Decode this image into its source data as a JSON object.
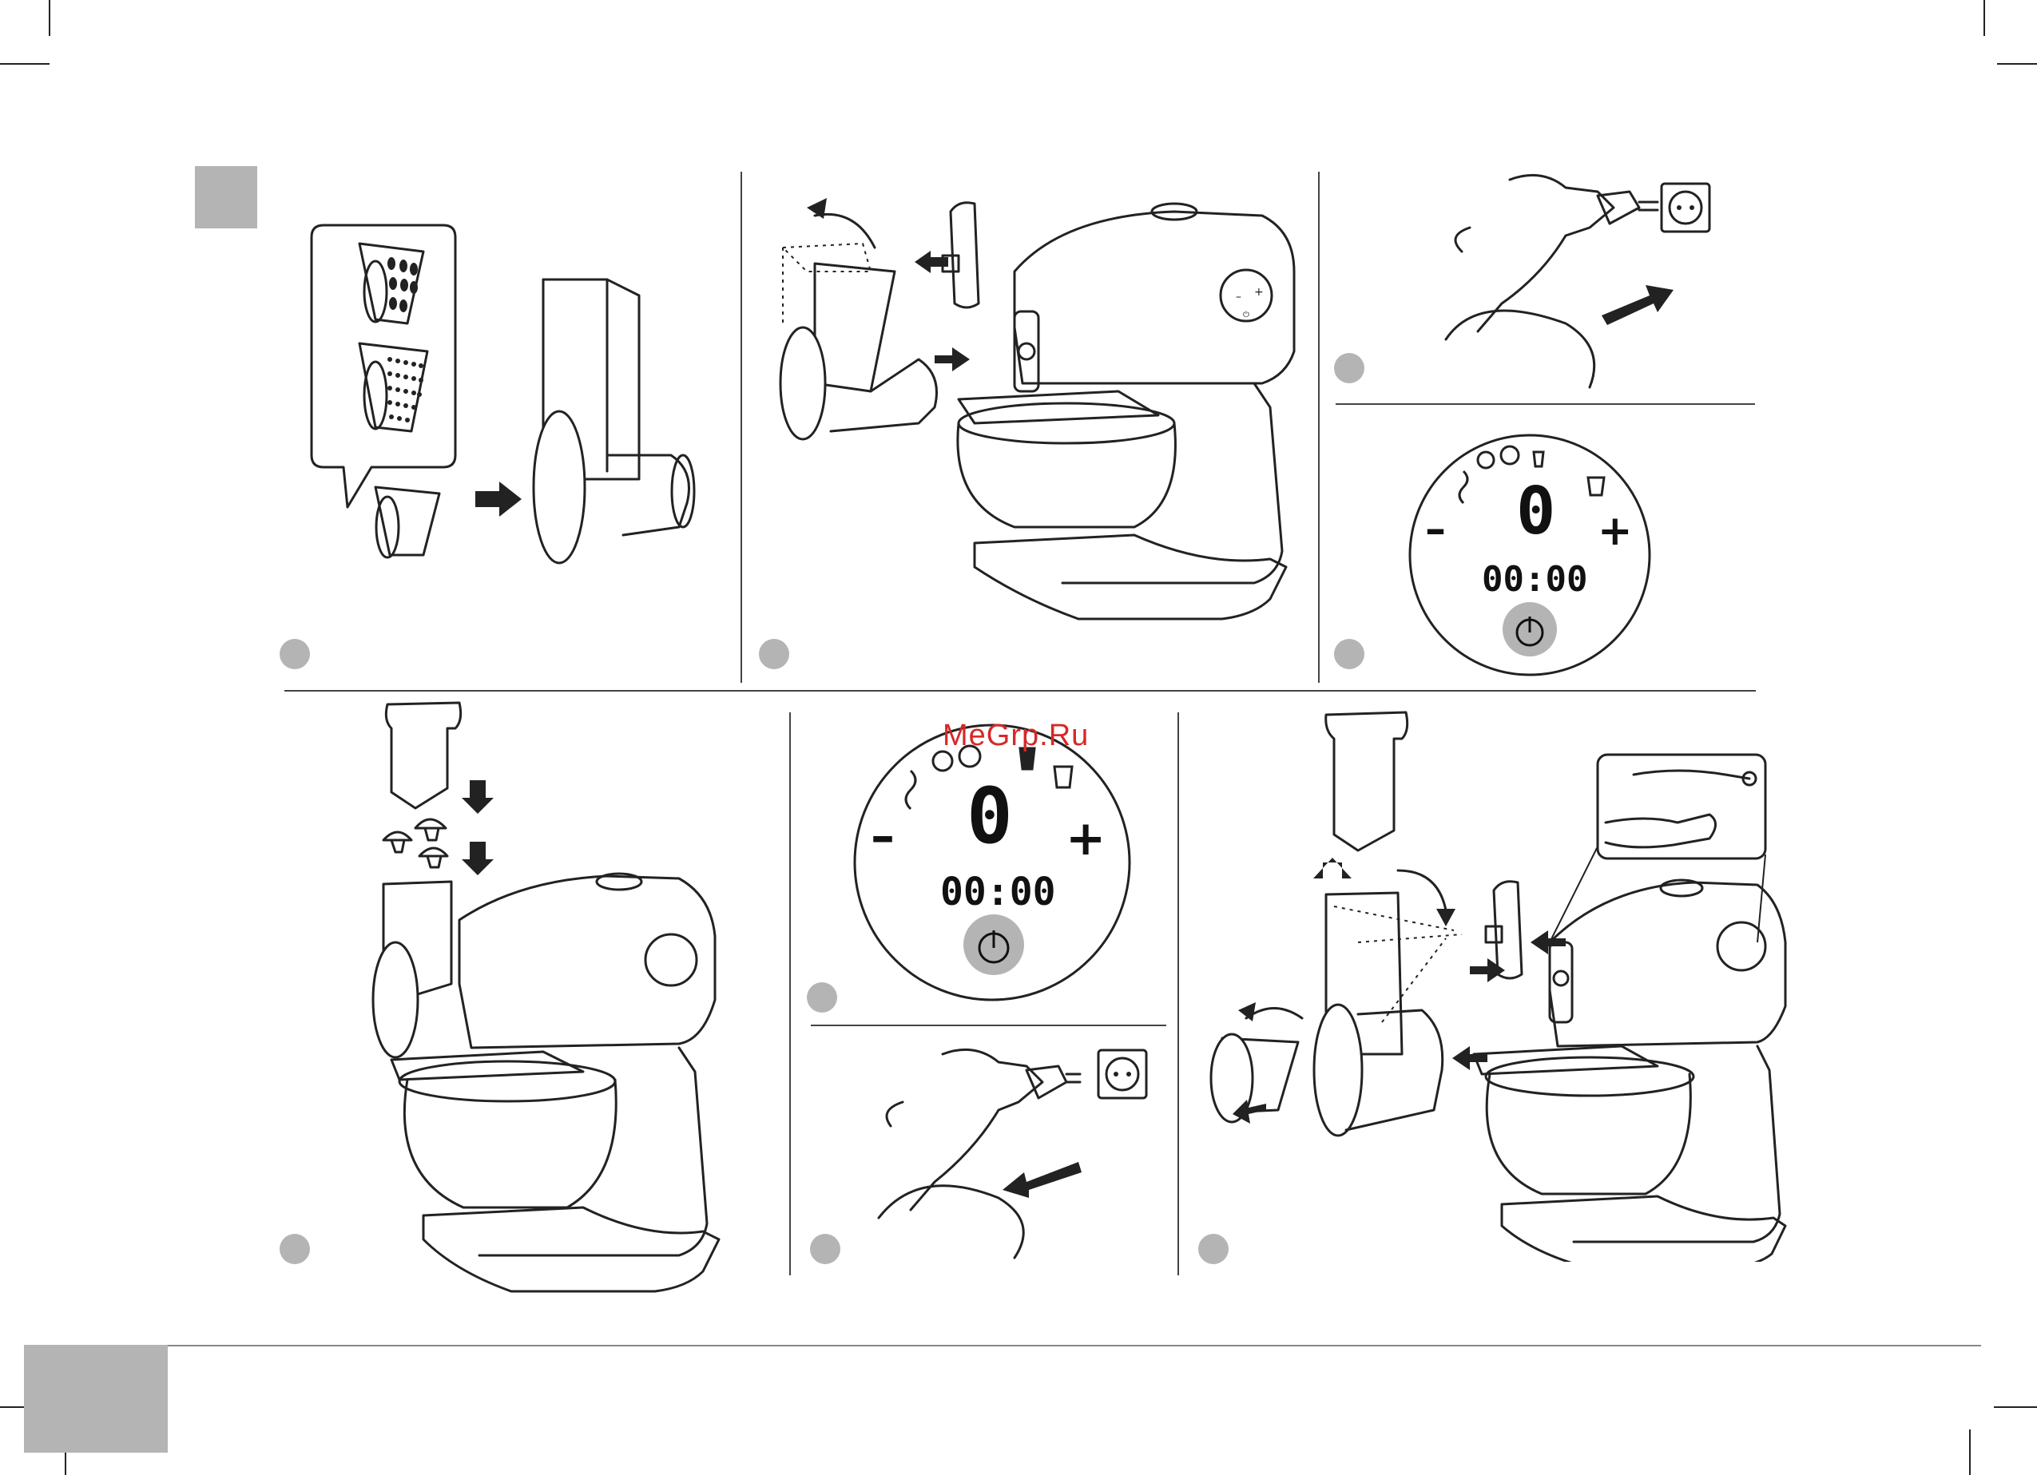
{
  "watermark": "MeGrp.Ru",
  "display_top": {
    "speed": "0",
    "timer": "00:00",
    "minus": "–",
    "plus": "+"
  },
  "display_bottom": {
    "speed": "0",
    "timer": "00:00",
    "minus": "–",
    "plus": "+"
  },
  "colors": {
    "badge": "#b4b4b4",
    "power_ring": "#b4b4b4",
    "watermark": "#d62828"
  }
}
